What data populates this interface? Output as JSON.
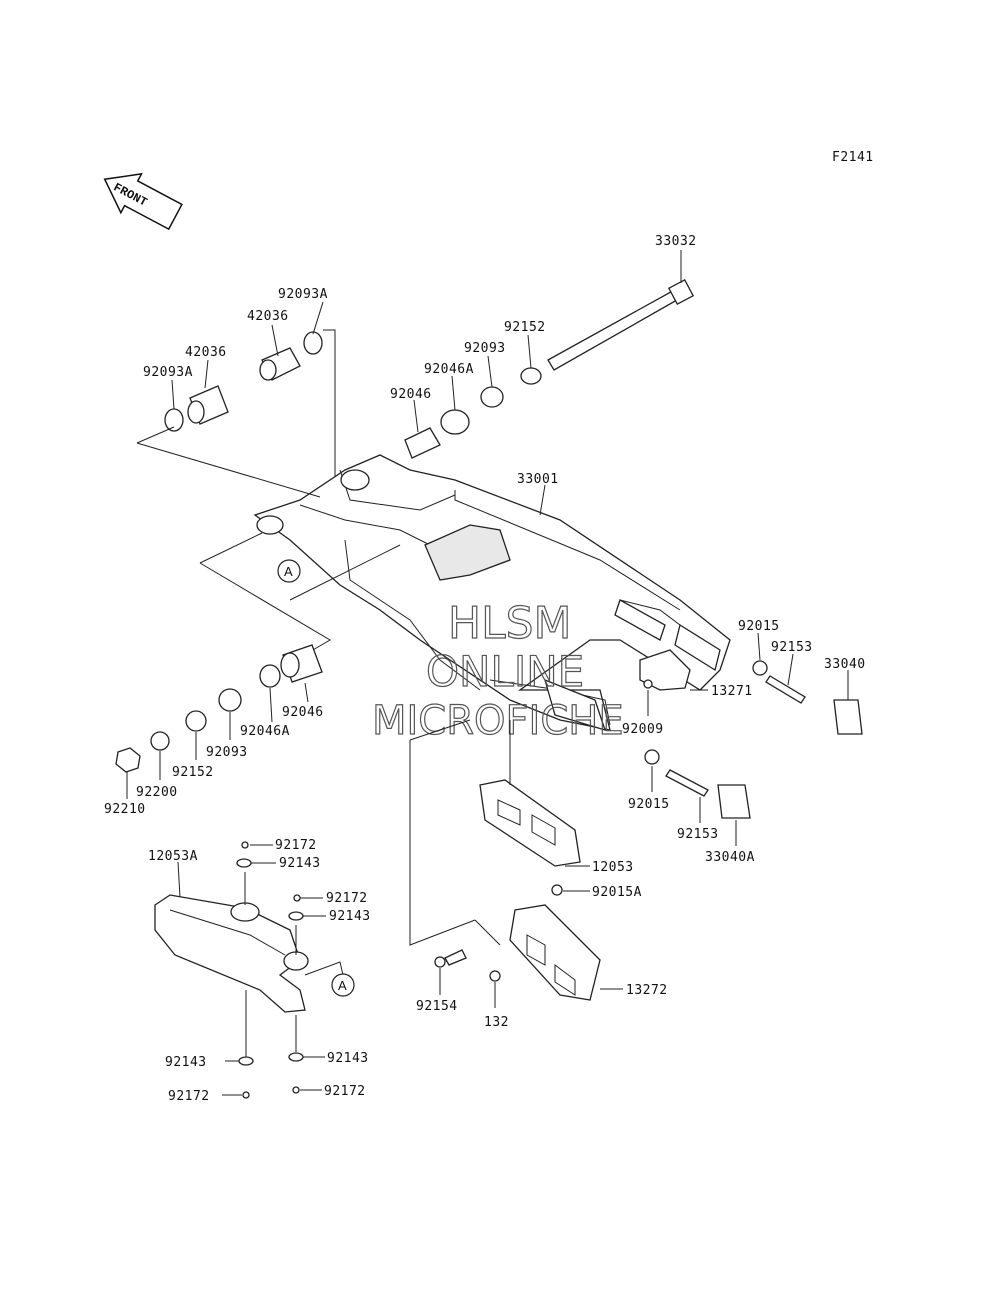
{
  "figure_code": "F2141",
  "front_label": "FRONT",
  "watermark": {
    "line1": "HLSM",
    "line2": "ONLINE",
    "line3": "MICROFICHE"
  },
  "callout_marker": "A",
  "parts": {
    "p33032": "33032",
    "p92093A_top": "92093A",
    "p42036_top": "42036",
    "p42036_left": "42036",
    "p92093A_left": "92093A",
    "p92152_top": "92152",
    "p92093_top": "92093",
    "p92046A_top": "92046A",
    "p92046_top": "92046",
    "p33001": "33001",
    "p92015_right": "92015",
    "p92153_right": "92153",
    "p33040": "33040",
    "p13271": "13271",
    "p92009": "92009",
    "p92046_mid": "92046",
    "p92046A_mid": "92046A",
    "p92093_mid": "92093",
    "p92152_mid": "92152",
    "p92200": "92200",
    "p92210": "92210",
    "p92015_mid": "92015",
    "p92153_mid": "92153",
    "p33040A": "33040A",
    "p12053": "12053",
    "p92015A": "92015A",
    "p13272": "13272",
    "p92154": "92154",
    "p132": "132",
    "p12053A": "12053A",
    "p92172_a": "92172",
    "p92143_a": "92143",
    "p92172_b": "92172",
    "p92143_b": "92143",
    "p92143_c": "92143",
    "p92143_d": "92143",
    "p92172_c": "92172",
    "p92172_d": "92172"
  }
}
